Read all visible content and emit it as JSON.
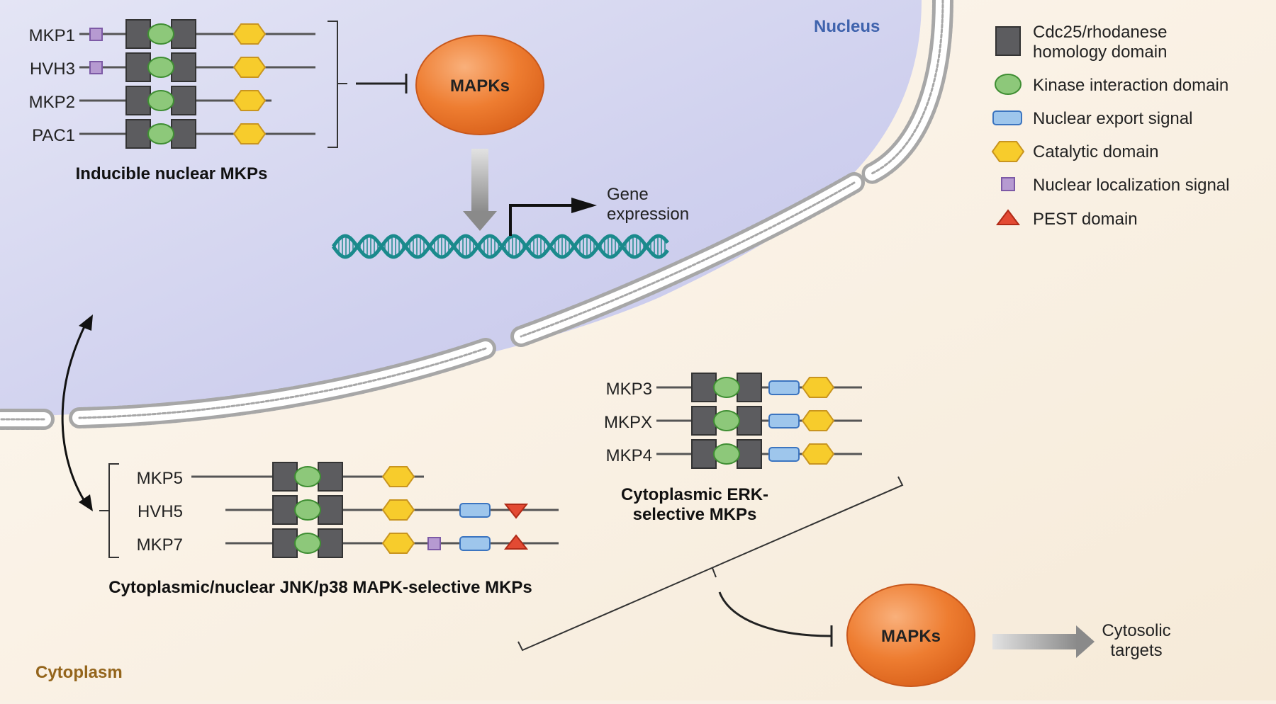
{
  "regions": {
    "nucleus": "Nucleus",
    "cytoplasm": "Cytoplasm"
  },
  "colors": {
    "nucleus_fill": "#cfd0ee",
    "cytoplasm_fill": "#f9f1e6",
    "cdc25_domain": "#5c5c5f",
    "kinase_interaction": "#8dc87a",
    "nuclear_export": "#9ec6ec",
    "catalytic": "#f7cc2c",
    "nls": "#b69ad1",
    "pest": "#e34a33",
    "mapk": "#ed7a2c",
    "dna": "#1a8a8c",
    "nucleus_label": "#3f63ad",
    "cytoplasm_label": "#94651c"
  },
  "legend": [
    {
      "key": "cdc25",
      "lines": [
        "Cdc25/rhodanese",
        "homology domain"
      ]
    },
    {
      "key": "kim",
      "lines": [
        "Kinase interaction domain"
      ]
    },
    {
      "key": "nes",
      "lines": [
        "Nuclear export signal"
      ]
    },
    {
      "key": "cat",
      "lines": [
        "Catalytic domain"
      ]
    },
    {
      "key": "nls",
      "lines": [
        "Nuclear localization signal"
      ]
    },
    {
      "key": "pest",
      "lines": [
        "PEST domain"
      ]
    }
  ],
  "groups": {
    "nuclear": {
      "title": "Inducible nuclear MKPs",
      "proteins": [
        "MKP1",
        "HVH3",
        "MKP2",
        "PAC1"
      ]
    },
    "jnk": {
      "title": "Cytoplasmic/nuclear JNK/p38 MAPK-selective MKPs",
      "proteins": [
        "MKP5",
        "HVH5",
        "MKP7"
      ]
    },
    "erk": {
      "title_lines": [
        "Cytoplasmic ERK-",
        "selective MKPs"
      ],
      "proteins": [
        "MKP3",
        "MKPX",
        "MKP4"
      ]
    }
  },
  "mapk_nuclear": "MAPKs",
  "mapk_cytosolic": "MAPKs",
  "gene_expression": [
    "Gene",
    "expression"
  ],
  "cytosolic_targets": [
    "Cytosolic",
    "targets"
  ]
}
